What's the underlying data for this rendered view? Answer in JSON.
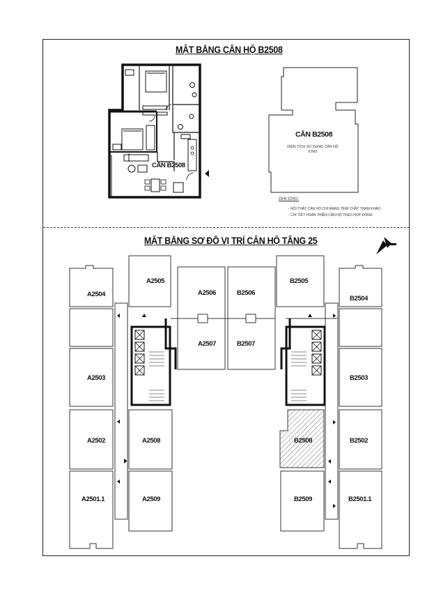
{
  "titles": {
    "unit_plan": "MẶT BẰNG CĂN HỘ B2508",
    "floor_plan": "MẶT BẰNG SƠ ĐỒ VỊ TRÍ CĂN HỘ TẦNG 25"
  },
  "unit_detail": {
    "plan_label": "CĂN B2508",
    "outline_label": "CĂN B2508",
    "area_caption": "DIỆN TÍCH SỬ DỤNG CĂN HỘ",
    "area_value": "67M2"
  },
  "notes": {
    "heading": "GHI CHÚ:",
    "items": [
      "- NỘI THẤT CĂN HỘ CHỈ MANG TÍNH CHẤT THAM KHẢO",
      "- CHI TIẾT HOÀN THIỆN CĂN HỘ THEO HỢP ĐỒNG"
    ]
  },
  "floor_units": {
    "A2504": "A2504",
    "A2505": "A2505",
    "A2506": "A2506",
    "B2506": "B2506",
    "B2505": "B2505",
    "B2504": "B2504",
    "A2507": "A2507",
    "B2507": "B2507",
    "A2503": "A2503",
    "B2503": "B2503",
    "A2502": "A2502",
    "A2508": "A2508",
    "B2508": "B2508",
    "B2502": "B2502",
    "A2501_1": "A2501.1",
    "A2509": "A2509",
    "B2509": "B2509",
    "B2501_1": "B2501.1"
  },
  "highlight": {
    "unit": "B2508",
    "pattern": "hatched"
  },
  "icons": {
    "compass": "north-arrow-icon"
  }
}
